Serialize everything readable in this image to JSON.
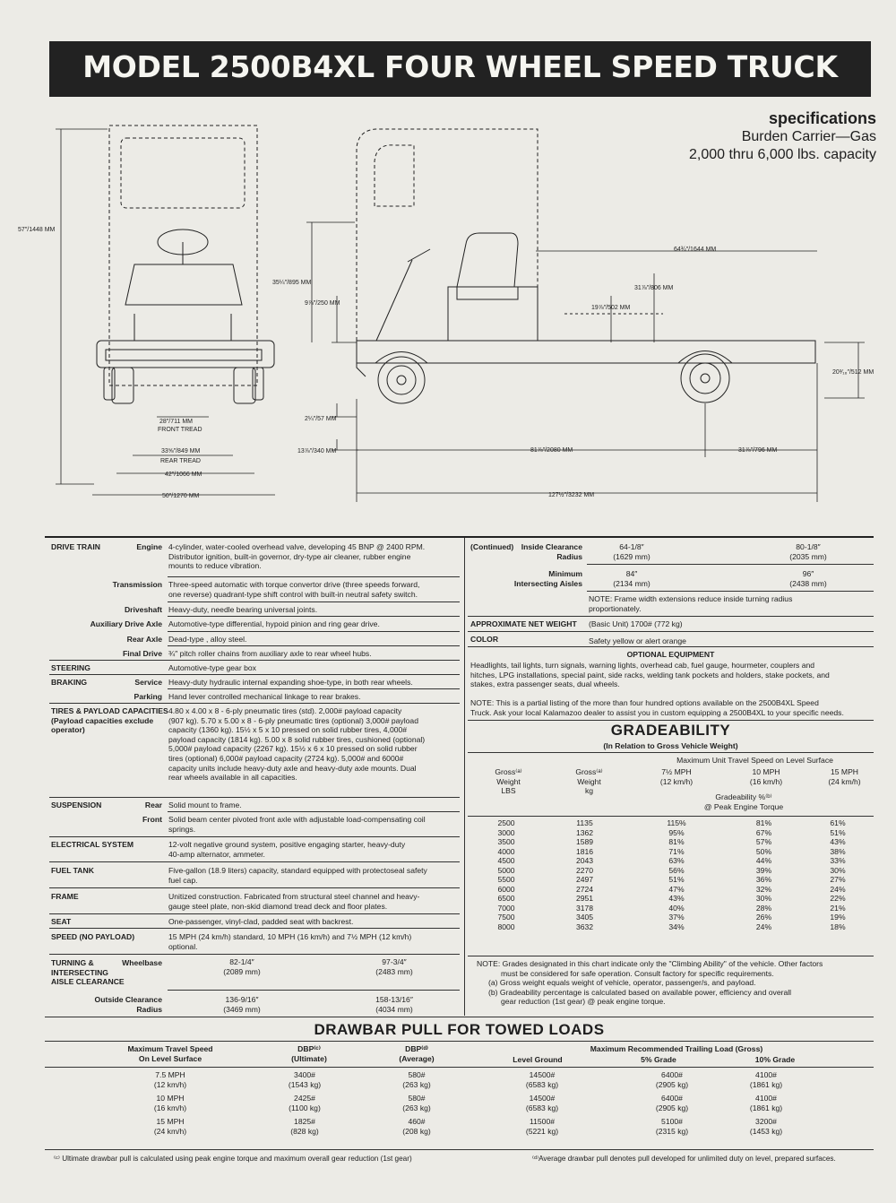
{
  "title": "MODEL 2500B4XL FOUR WHEEL SPEED TRUCK",
  "specs": {
    "heading": "specifications",
    "line1": "Burden Carrier—Gas",
    "line2": "2,000 thru 6,000 lbs. capacity"
  },
  "dims": {
    "overall_height": "57″/1448 MM",
    "front_tread": "28″/711 MM",
    "front_tread_label": "FRONT TREAD",
    "rear_tread": "33⅝″/849 MM",
    "rear_tread_label": "REAR TREAD",
    "width_42": "42″/1066 MM",
    "width_50": "50″/1270 MM",
    "d_35": "35¼″/895 MM",
    "d_9": "9⅞″/250 MM",
    "d_2": "2¼″/57 MM",
    "d_13": "13⅞″/340 MM",
    "d_64": "64¾″/1644 MM",
    "d_31a": "31⅞″/806 MM",
    "d_19": "19⅞″/502 MM",
    "d_20": "20³⁄₁₆″/512 MM",
    "d_81": "81⅞″/2080 MM",
    "d_31b": "31⅞″/796 MM",
    "d_127": "127½″/3232 MM"
  },
  "left": {
    "drive_train": "DRIVE TRAIN",
    "engine_label": "Engine",
    "engine": [
      "4-cylinder, water-cooled overhead valve, developing 45 BNP @ 2400 RPM.",
      "Distributor ignition, built-in governor, dry-type air cleaner, rubber engine",
      "mounts to reduce vibration."
    ],
    "transmission_label": "Transmission",
    "transmission": [
      "Three-speed automatic with torque convertor drive (three speeds forward,",
      "one reverse) quadrant-type shift control with built-in neutral safety switch."
    ],
    "driveshaft_label": "Driveshaft",
    "driveshaft": "Heavy-duty, needle bearing universal joints.",
    "aux_label": "Auxiliary Drive Axle",
    "aux": "Automotive-type differential, hypoid pinion and ring gear drive.",
    "rear_axle_label": "Rear Axle",
    "rear_axle": "Dead-type , alloy steel.",
    "final_label": "Final Drive",
    "final": "¾″ pitch roller chains from auxiliary axle to rear wheel hubs.",
    "steering": "STEERING",
    "steering_text": "Automotive-type gear box",
    "braking": "BRAKING",
    "service_label": "Service",
    "service": "Heavy-duty hydraulic internal expanding shoe-type, in both rear wheels.",
    "parking_label": "Parking",
    "parking": "Hand lever controlled mechanical linkage to rear brakes.",
    "tires_head": [
      "TIRES & PAYLOAD CAPACITIES",
      "(Payload capacities exclude",
      "operator)"
    ],
    "tires": [
      "4.80 x 4.00 x 8 - 6-ply pneumatic tires (std). 2,000# payload capacity",
      "(907 kg). 5.70 x 5.00 x 8 - 6-ply pneumatic tires (optional) 3,000# payload",
      "capacity (1360 kg). 15½ x 5 x 10 pressed on solid rubber tires, 4,000#",
      "payload capacity (1814 kg). 5.00 x 8 solid rubber tires, cushioned (optional)",
      "5,000# payload capacity (2267 kg). 15½ x 6 x 10 pressed on solid rubber",
      "tires (optional) 6,000# payload capacity (2724 kg). 5,000# and 6000#",
      "capacity units include heavy-duty axle and heavy-duty axle mounts. Dual",
      "rear wheels available in all capacities."
    ],
    "suspension": "SUSPENSION",
    "rear_label": "Rear",
    "rear": "Solid mount to frame.",
    "front_label": "Front",
    "front": [
      "Solid beam center pivoted front axle with adjustable load-compensating coil",
      "springs."
    ],
    "electrical": "ELECTRICAL SYSTEM",
    "electrical_text": [
      "12-volt negative ground system, positive engaging starter, heavy-duty",
      "40-amp alternator, ammeter."
    ],
    "fuel": "FUEL TANK",
    "fuel_text": [
      "Five-gallon (18.9 liters) capacity, standard equipped with protectoseal safety",
      "fuel cap."
    ],
    "frame": "FRAME",
    "frame_text": [
      "Unitized construction. Fabricated from structural steel channel and heavy-",
      "gauge steel plate, non-skid diamond tread deck and floor plates."
    ],
    "seat": "SEAT",
    "seat_text": "One-passenger, vinyl-clad, padded seat with backrest.",
    "speed": "SPEED (NO PAYLOAD)",
    "speed_text": [
      "15 MPH (24 km/h) standard, 10 MPH (16 km/h) and 7½ MPH (12 km/h)",
      "optional."
    ],
    "turning": [
      "TURNING &",
      "INTERSECTING",
      "AISLE CLEARANCE"
    ],
    "wheelbase_label": "Wheelbase",
    "wb1": [
      "82-1/4″",
      "(2089 mm)"
    ],
    "wb2": [
      "97-3/4″",
      "(2483 mm)"
    ],
    "outside_label": [
      "Outside Clearance",
      "Radius"
    ],
    "oc1": [
      "136-9/16″",
      "(3469 mm)"
    ],
    "oc2": [
      "158-13/16″",
      "(4034 mm)"
    ]
  },
  "right": {
    "continued": "(Continued)",
    "inside_label": [
      "Inside Clearance",
      "Radius"
    ],
    "ic1": [
      "64-1/8″",
      "(1629 mm)"
    ],
    "ic2": [
      "80-1/8″",
      "(2035 mm)"
    ],
    "min_label": [
      "Minimum",
      "Intersecting Aisles"
    ],
    "mi1": [
      "84″",
      "(2134 mm)"
    ],
    "mi2": [
      "96″",
      "(2438 mm)"
    ],
    "note_frame": [
      "NOTE:  Frame width extensions reduce inside turning radius",
      "proportionately."
    ],
    "weight_label": "APPROXIMATE NET WEIGHT",
    "weight": "(Basic Unit) 1700# (772 kg)",
    "color_label": "COLOR",
    "color": "Safety yellow or alert orange",
    "optional_head": "OPTIONAL EQUIPMENT",
    "optional": [
      "Headlights, tail lights, turn signals, warning lights, overhead cab, fuel gauge, hourmeter, couplers and",
      "hitches, LPG installations, special paint, side racks, welding tank pockets and holders, stake pockets, and",
      "stakes, extra passenger seats, dual wheels."
    ],
    "note_partial": [
      "NOTE:  This is a partial listing of the more than four hundred options available on the 2500B4XL Speed",
      "Truck. Ask your local Kalamazoo dealer to assist you in custom equipping a 2500B4XL to your specific needs."
    ]
  },
  "grade": {
    "title": "GRADEABILITY",
    "subtitle": "(In Relation to Gross Vehicle Weight)",
    "max_unit": "Maximum Unit Travel Speed on Level Surface",
    "col1": [
      "Gross⁽ᵃ⁾",
      "Weight",
      "LBS"
    ],
    "col2": [
      "Gross⁽ᵃ⁾",
      "Weight",
      "kg"
    ],
    "col3": [
      "7½ MPH",
      "(12 km/h)"
    ],
    "col4": [
      "10 MPH",
      "(16 km/h)"
    ],
    "col5": [
      "15 MPH",
      "(24 km/h)"
    ],
    "grad_label": [
      "Gradeability %⁽ᵇ⁾",
      "@ Peak Engine Torque"
    ],
    "rows": [
      [
        "2500",
        "1135",
        "115%",
        "81%",
        "61%"
      ],
      [
        "3000",
        "1362",
        "95%",
        "67%",
        "51%"
      ],
      [
        "3500",
        "1589",
        "81%",
        "57%",
        "43%"
      ],
      [
        "4000",
        "1816",
        "71%",
        "50%",
        "38%"
      ],
      [
        "4500",
        "2043",
        "63%",
        "44%",
        "33%"
      ],
      [
        "5000",
        "2270",
        "56%",
        "39%",
        "30%"
      ],
      [
        "5500",
        "2497",
        "51%",
        "36%",
        "27%"
      ],
      [
        "6000",
        "2724",
        "47%",
        "32%",
        "24%"
      ],
      [
        "6500",
        "2951",
        "43%",
        "30%",
        "22%"
      ],
      [
        "7000",
        "3178",
        "40%",
        "28%",
        "21%"
      ],
      [
        "7500",
        "3405",
        "37%",
        "26%",
        "19%"
      ],
      [
        "8000",
        "3632",
        "34%",
        "24%",
        "18%"
      ]
    ],
    "notes": [
      "NOTE:  Grades designated in this chart indicate only the \"Climbing Ability\" of the vehicle.  Other factors",
      "must be considered for safe operation.  Consult factory for specific requirements.",
      "(a)  Gross weight equals weight of vehicle, operator, passenger/s, and payload.",
      "(b)  Gradeability percentage is calculated based on available power, efficiency and overall",
      "gear reduction (1st gear) @ peak engine torque."
    ]
  },
  "drawbar": {
    "title": "DRAWBAR PULL FOR TOWED LOADS",
    "h_speed": [
      "Maximum Travel Speed",
      "On Level Surface"
    ],
    "h_dbpc": [
      "DBP⁽ᶜ⁾",
      "(Ultimate)"
    ],
    "h_dbpd": [
      "DBP⁽ᵈ⁾",
      "(Average)"
    ],
    "h_max": "Maximum Recommended Trailing Load (Gross)",
    "h_level": "Level Ground",
    "h_5": "5% Grade",
    "h_10": "10% Grade",
    "rows": [
      [
        [
          "7.5 MPH",
          "(12 km/h)"
        ],
        [
          "3400#",
          "(1543 kg)"
        ],
        [
          "580#",
          "(263 kg)"
        ],
        [
          "14500#",
          "(6583 kg)"
        ],
        [
          "6400#",
          "(2905 kg)"
        ],
        [
          "4100#",
          "(1861 kg)"
        ]
      ],
      [
        [
          "10 MPH",
          "(16 km/h)"
        ],
        [
          "2425#",
          "(1100 kg)"
        ],
        [
          "580#",
          "(263 kg)"
        ],
        [
          "14500#",
          "(6583 kg)"
        ],
        [
          "6400#",
          "(2905 kg)"
        ],
        [
          "4100#",
          "(1861 kg)"
        ]
      ],
      [
        [
          "15 MPH",
          "(24 km/h)"
        ],
        [
          "1825#",
          "(828 kg)"
        ],
        [
          "460#",
          "(208 kg)"
        ],
        [
          "11500#",
          "(5221 kg)"
        ],
        [
          "5100#",
          "(2315 kg)"
        ],
        [
          "3200#",
          "(1453 kg)"
        ]
      ]
    ],
    "foot_c": "⁽ᶜ⁾ Ultimate drawbar pull is calculated using peak engine torque and maximum overall gear reduction (1st gear)",
    "foot_d": "⁽ᵈ⁾Average drawbar pull denotes pull developed for unlimited duty on level, prepared surfaces."
  }
}
